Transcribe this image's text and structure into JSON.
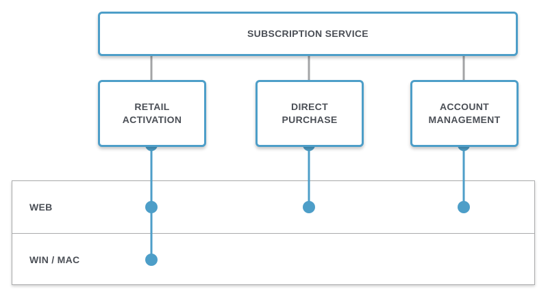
{
  "diagram": {
    "top_box": {
      "label": "SUBSCRIPTION SERVICE"
    },
    "feature_boxes": [
      {
        "label": "RETAIL\nACTIVATION"
      },
      {
        "label": "DIRECT\nPURCHASE"
      },
      {
        "label": "ACCOUNT\nMANAGEMENT"
      }
    ],
    "platform_rows": [
      {
        "label": "WEB"
      },
      {
        "label": "WIN / MAC"
      }
    ],
    "availability": {
      "RETAIL ACTIVATION": [
        "WEB",
        "WIN / MAC"
      ],
      "DIRECT PURCHASE": [
        "WEB"
      ],
      "ACCOUNT MANAGEMENT": [
        "WEB"
      ]
    }
  },
  "colors": {
    "accent": "#4d9ec8",
    "text": "#4b4f56",
    "connector_gray": "#a3a4a6",
    "border_gray": "#a9aaab"
  }
}
